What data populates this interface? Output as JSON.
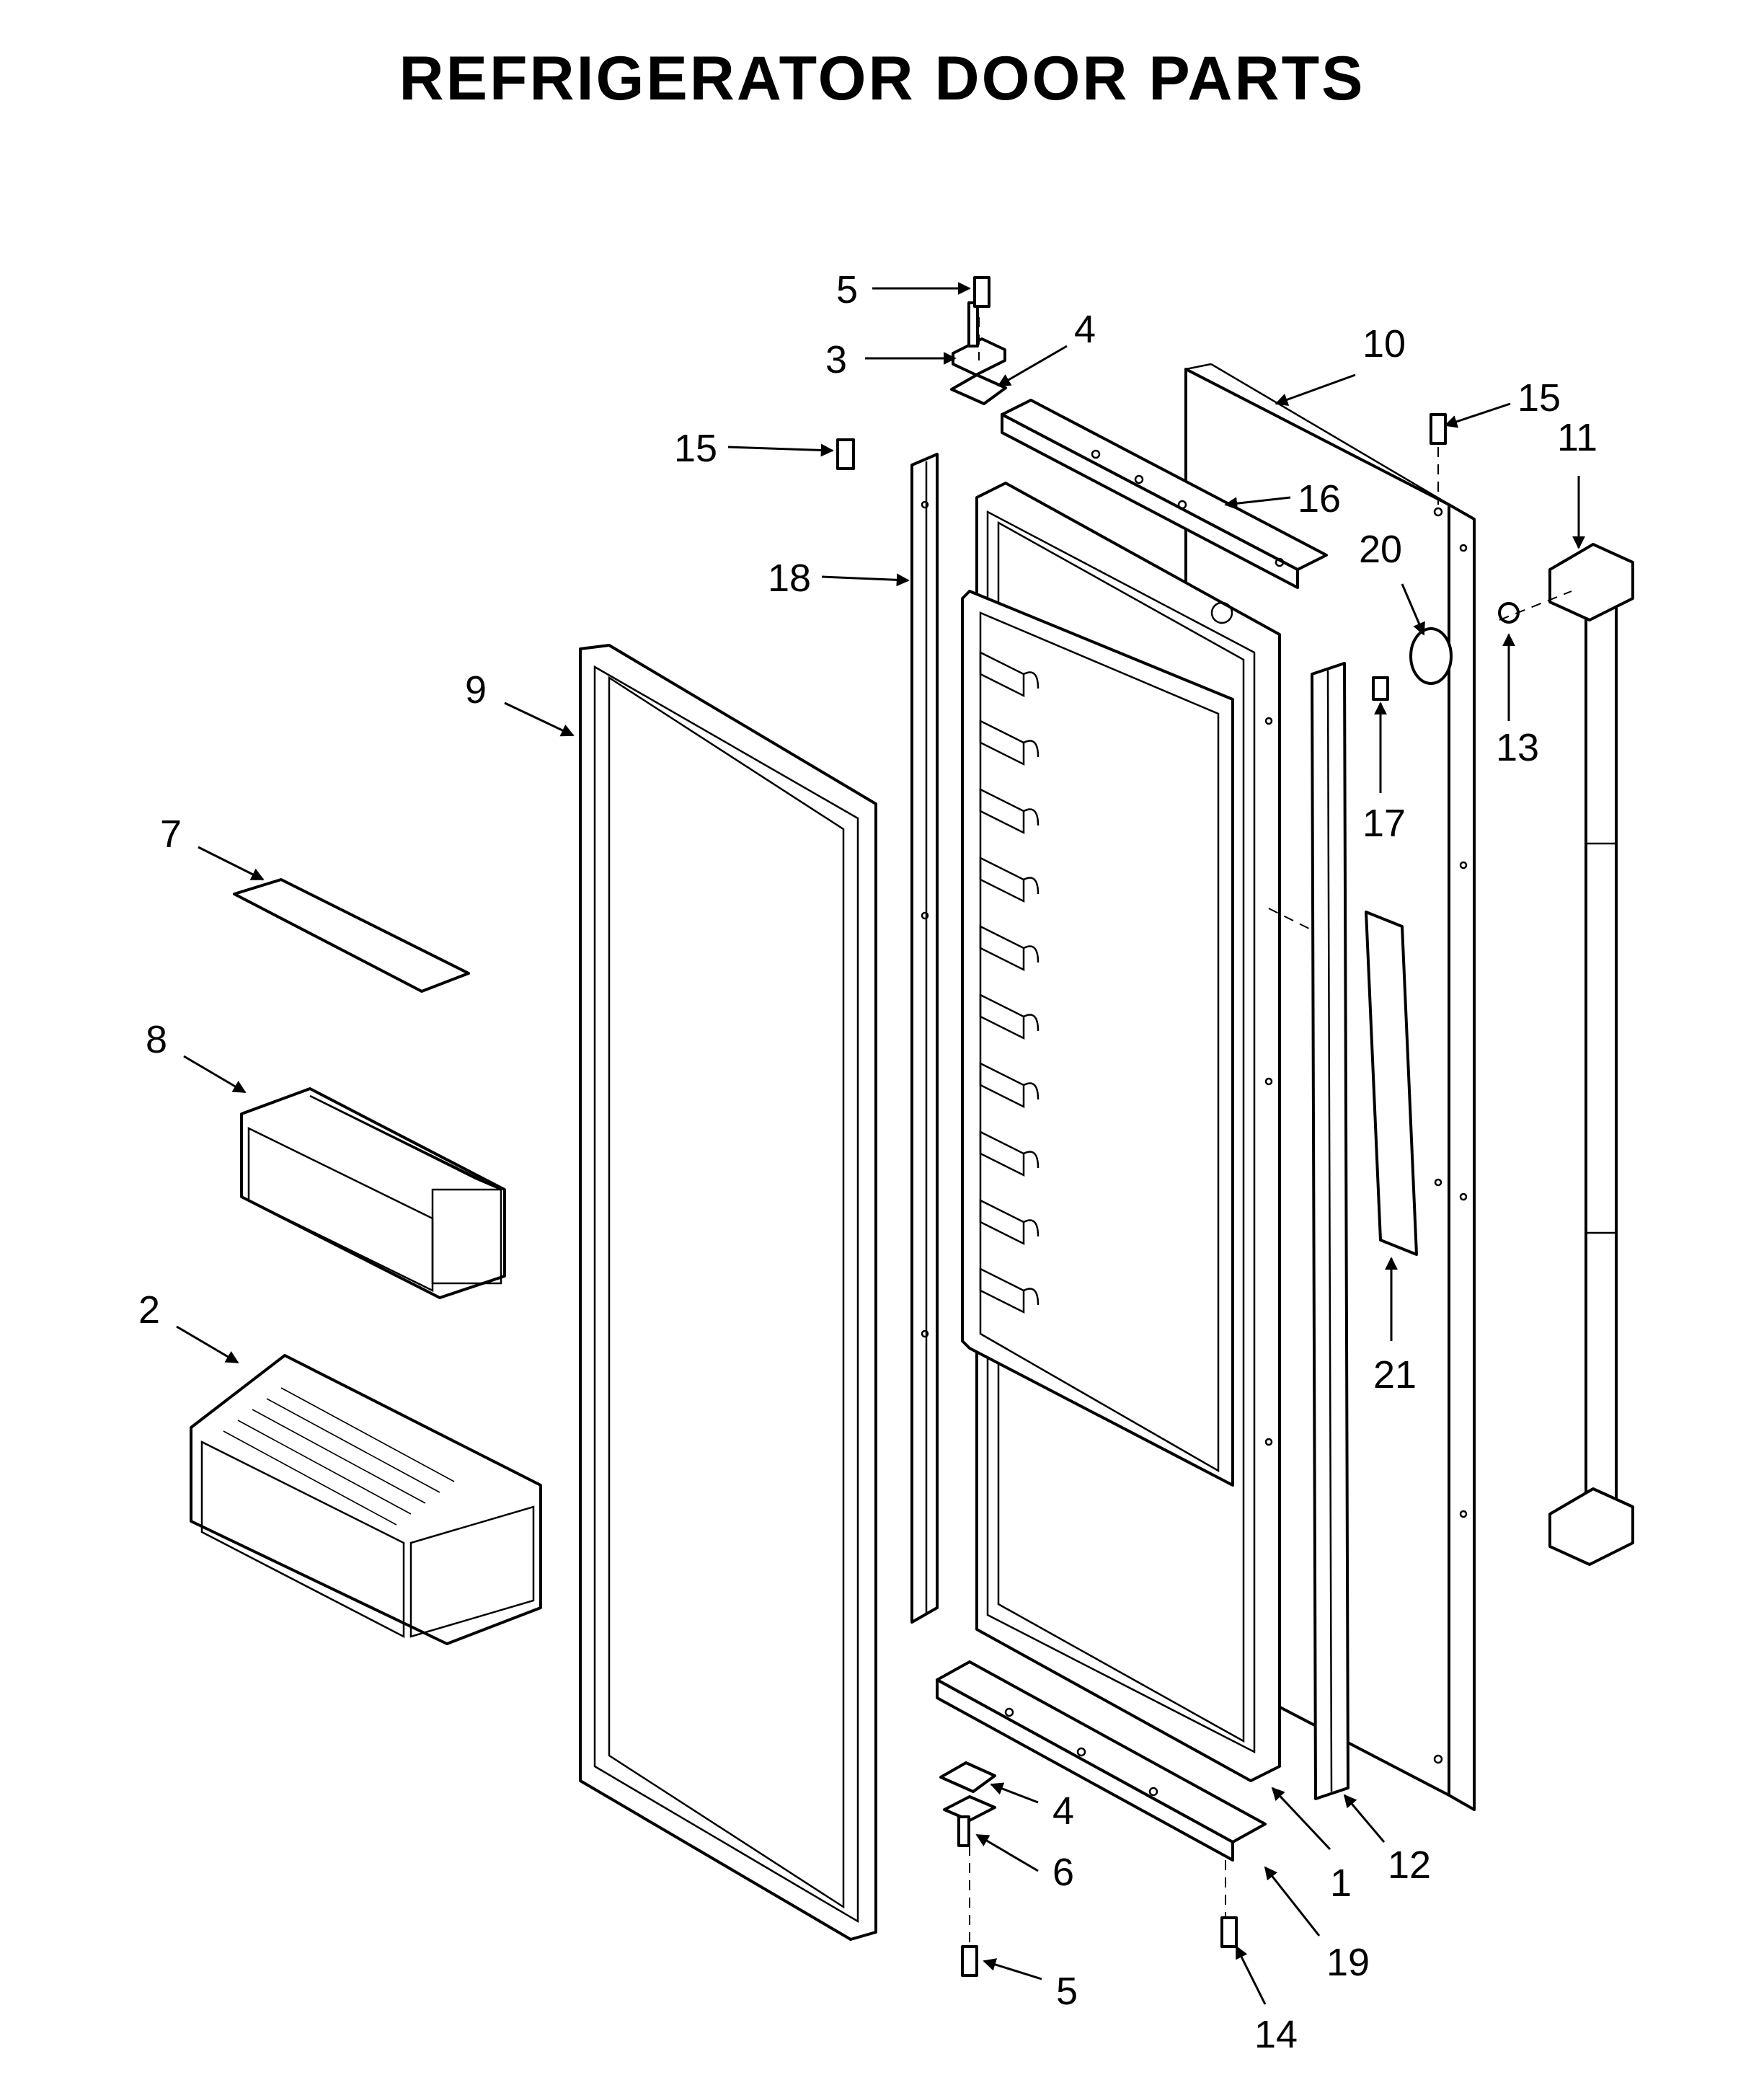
{
  "title": "REFRIGERATOR DOOR PARTS",
  "callouts": [
    {
      "id": "c5a",
      "label": "5"
    },
    {
      "id": "c3",
      "label": "3"
    },
    {
      "id": "c4a",
      "label": "4"
    },
    {
      "id": "c10",
      "label": "10"
    },
    {
      "id": "c15a",
      "label": "15"
    },
    {
      "id": "c11",
      "label": "11"
    },
    {
      "id": "c15b",
      "label": "15"
    },
    {
      "id": "c16",
      "label": "16"
    },
    {
      "id": "c20",
      "label": "20"
    },
    {
      "id": "c18",
      "label": "18"
    },
    {
      "id": "c9",
      "label": "9"
    },
    {
      "id": "c13",
      "label": "13"
    },
    {
      "id": "c17",
      "label": "17"
    },
    {
      "id": "c7",
      "label": "7"
    },
    {
      "id": "c8",
      "label": "8"
    },
    {
      "id": "c2",
      "label": "2"
    },
    {
      "id": "c21",
      "label": "21"
    },
    {
      "id": "c4b",
      "label": "4"
    },
    {
      "id": "c6",
      "label": "6"
    },
    {
      "id": "c1",
      "label": "1"
    },
    {
      "id": "c12",
      "label": "12"
    },
    {
      "id": "c5b",
      "label": "5"
    },
    {
      "id": "c19",
      "label": "19"
    },
    {
      "id": "c14",
      "label": "14"
    }
  ]
}
